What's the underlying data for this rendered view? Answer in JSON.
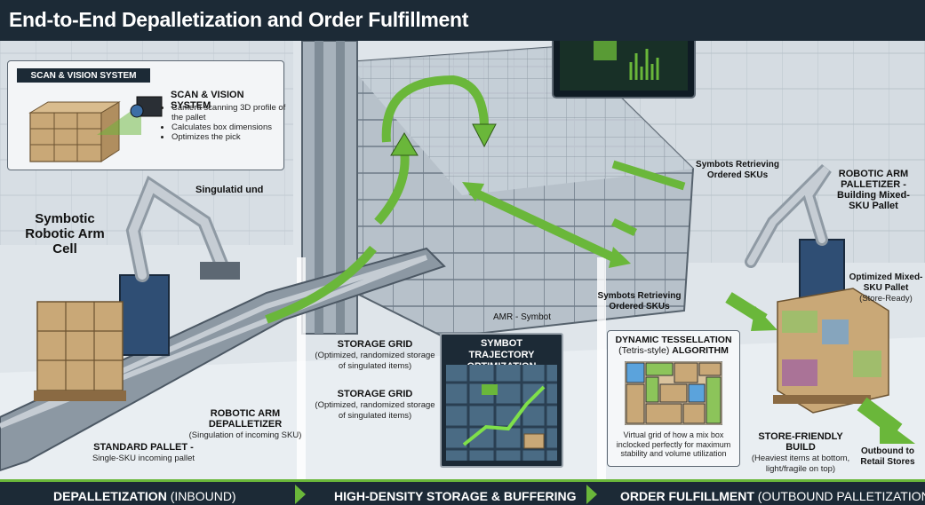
{
  "title": "End-to-End Depalletization and Order Fulfillment",
  "footer": {
    "stage1_bold": "DEPALLETIZATION",
    "stage1_rest": " (INBOUND)",
    "stage2": "HIGH-DENSITY STORAGE & BUFFERING",
    "stage3_bold": "ORDER FULFILLMENT",
    "stage3_rest": " (OUTBOUND PALLETIZATION)"
  },
  "scan_panel": {
    "header": "SCAN & VISION SYSTEM",
    "title": "SCAN & VISION SYSTEM",
    "bullets": [
      "Camera scanning 3D profile of the pallet",
      "Calculates box dimensions",
      "Optimizes the pick"
    ]
  },
  "labels": {
    "symbotic_cell": "Symbotic Robotic Arm Cell",
    "singulation": "Singulatid und",
    "standard_pallet_title": "STANDARD PALLET -",
    "standard_pallet_sub": "Single-SKU incoming pallet",
    "depalletizer_title": "ROBOTIC ARM DEPALLETIZER",
    "depalletizer_sub": "(Singulation of incoming SKU)",
    "amr": "AMR - Symbot",
    "storage1_title": "STORAGE GRID",
    "storage1_sub": "(Optimized, randomized storage of singulated items)",
    "storage2_title": "STORAGE GRID",
    "storage2_sub": "(Optimized, randomized storage of singulated items)",
    "symbots_top": "Symbots Retrieving Ordered SKUs",
    "symbots_bottom": "Symbots Retrieving Ordered SKUs",
    "palletizer": "ROBOTIC ARM PALLETIZER - Building Mixed-SKU Pallet",
    "optimized_title": "Optimized Mixed-SKU Pallet",
    "optimized_sub": "(Store-Ready)",
    "store_build_title": "STORE-FRIENDLY BUILD",
    "store_build_sub": "(Heaviest items at bottom, light/fragile on top)",
    "outbound": "Outbound to Retail Stores"
  },
  "trajectory_panel": {
    "title": "SYMBOT TRAJECTORY OPTIMIZATION"
  },
  "tessellation_panel": {
    "title_bold": "DYNAMIC TESSELLATION",
    "title_mid": "(Tetris-style)",
    "title_end": "ALGORITHM",
    "caption": "Virtual grid of how a mix box inclocked perfectly for maximum stability and volume utilization"
  },
  "colors": {
    "accent_green": "#6ab73a",
    "dark_navy": "#1c2a36",
    "box_tan": "#c9a877",
    "steel": "#9aa6b1"
  }
}
